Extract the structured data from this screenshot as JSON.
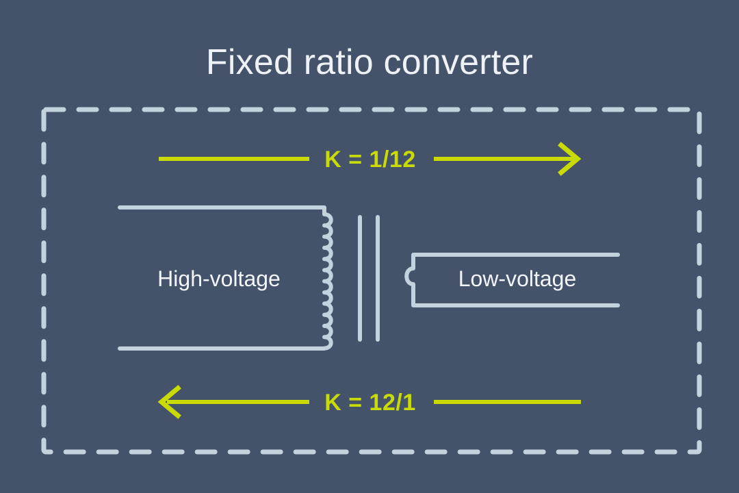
{
  "page": {
    "title": "Fixed ratio converter",
    "background_color": "#44536a",
    "accent_color": "#c9da04",
    "line_color": "#c3d2dd",
    "text_color": "#eef2f6"
  },
  "diagram": {
    "type": "transformer-schematic",
    "frame": {
      "name": "dashed-boundary",
      "style": "dashed",
      "color": "#c3d2dd"
    },
    "top_arrow": {
      "label": "K = 1/12",
      "direction": "right",
      "color": "#c9da04"
    },
    "bottom_arrow": {
      "label": "K = 12/1",
      "direction": "left",
      "color": "#c9da04"
    },
    "primary_winding": {
      "label": "High-voltage",
      "turns": 12,
      "side": "left"
    },
    "secondary_winding": {
      "label": "Low-voltage",
      "turns": 1,
      "side": "right"
    },
    "core": {
      "name": "magnetic-core",
      "lines": 2
    }
  }
}
